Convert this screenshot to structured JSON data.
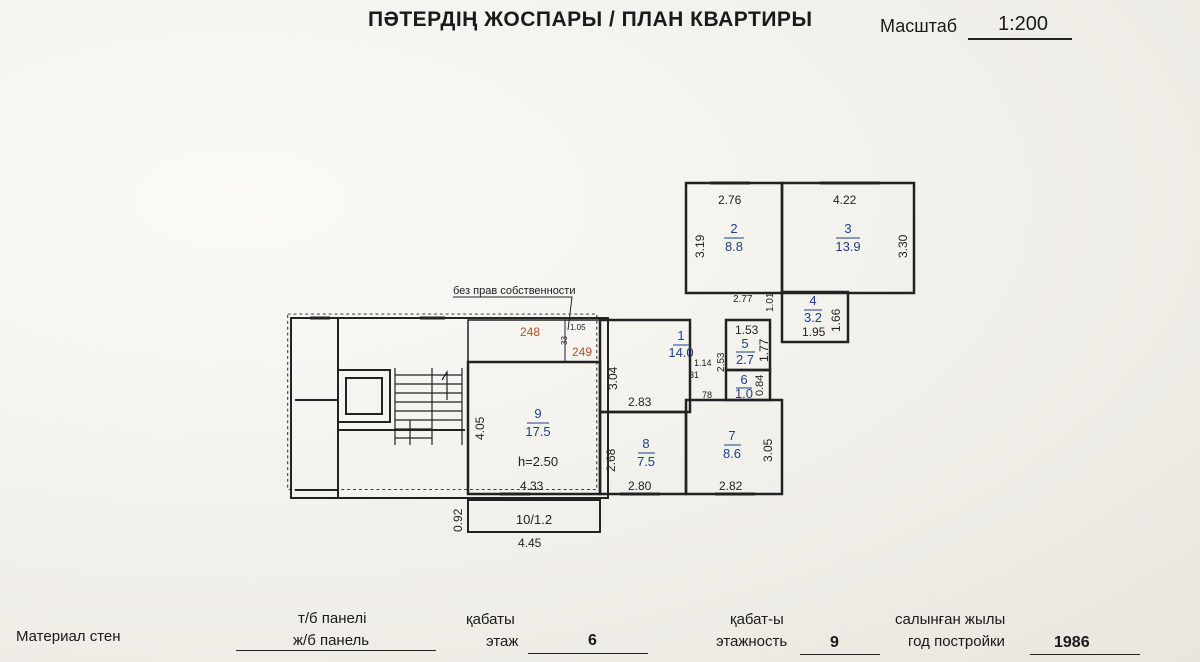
{
  "header": {
    "title": "ПӘТЕРДІҢ ЖОСПАРЫ / ПЛАН КВАРТИРЫ",
    "scale_label": "Масштаб",
    "scale_value": "1:200"
  },
  "plan": {
    "note": "без прав собственности",
    "rooms": [
      {
        "num": "1",
        "area": "14.0"
      },
      {
        "num": "2",
        "area": "8.8"
      },
      {
        "num": "3",
        "area": "13.9"
      },
      {
        "num": "4",
        "area": "3.2"
      },
      {
        "num": "5",
        "area": "2.7"
      },
      {
        "num": "6",
        "area": "1.0"
      },
      {
        "num": "7",
        "area": "8.6"
      },
      {
        "num": "8",
        "area": "7.5"
      },
      {
        "num": "9",
        "area": "17.5"
      },
      {
        "num": "10/1.2",
        "area": ""
      }
    ],
    "ceiling_height": "h=2.50",
    "dimensions": {
      "r2_w": "2.76",
      "r2_h": "3.19",
      "r3_w": "4.22",
      "r3_h": "3.30",
      "r4_top": "2.77",
      "r4_side": "1.01",
      "r4_w": "1.95",
      "r4_h": "1.66",
      "r5_w": "1.53",
      "r5_h": "1.77",
      "r5_side": "2.53",
      "r6_h": "0.84",
      "r1_small1": "1.14",
      "r1_small2": "31",
      "r1_small3": "78",
      "r1_h": "3.04",
      "r1_w": "2.83",
      "r8_h": "2.68",
      "r8_w": "2.80",
      "r7_w": "2.82",
      "r7_h": "3.05",
      "r9_h": "4.05",
      "r9_w": "4.33",
      "balc_h": "0.92",
      "balc_w": "4.45",
      "excl_a": "248",
      "excl_b": "249",
      "excl_c": "1.05",
      "excl_d": "33"
    }
  },
  "footer": {
    "wall_material_label": "Материал стен",
    "wall_material_kz": "т/б панелі",
    "wall_material_ru": "ж/б панель",
    "floor_label_kz": "қабаты",
    "floor_label_ru": "этаж",
    "floor_value": "6",
    "floors_label_kz": "қабат-ы",
    "floors_label_ru": "этажность",
    "floors_value": "9",
    "year_label_kz": "салынған жылы",
    "year_label_ru": "год постройки",
    "year_value": "1986"
  },
  "colors": {
    "ink": "#222222",
    "room_number": "#1d3f8a",
    "excluded_text": "#b0502a"
  }
}
